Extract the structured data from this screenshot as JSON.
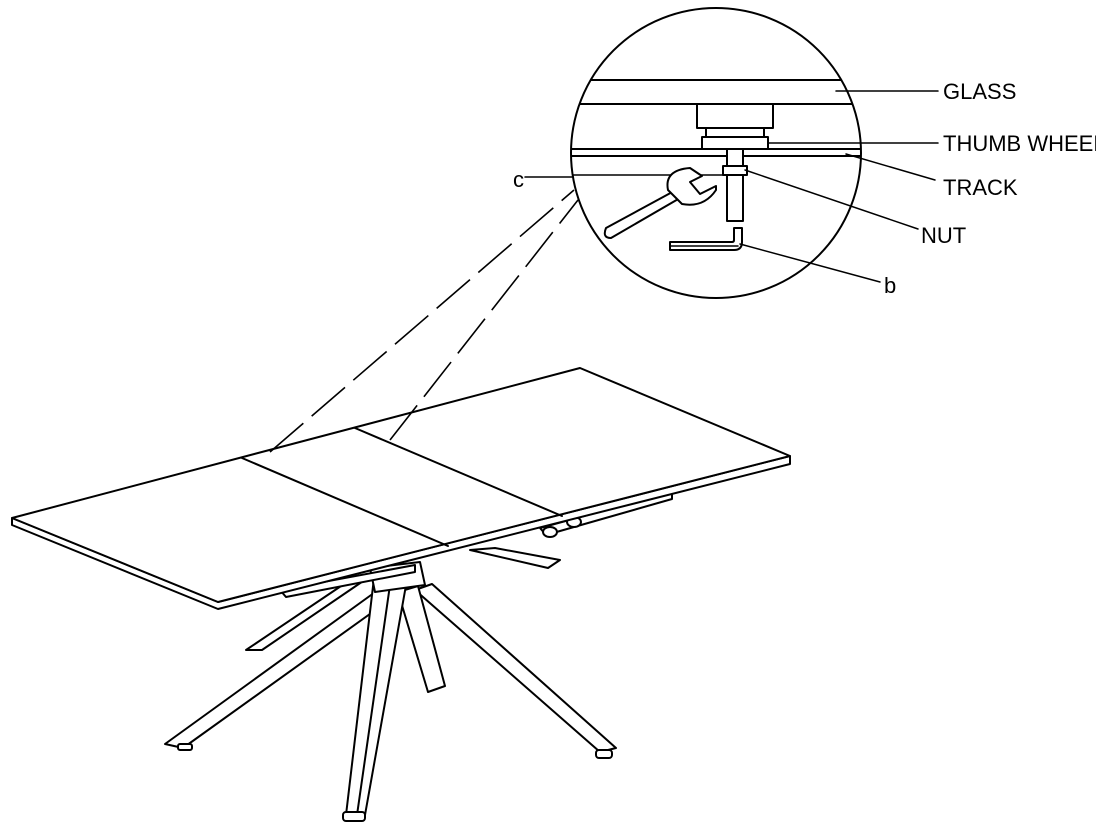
{
  "labels": {
    "glass": "GLASS",
    "thumb_wheel": "THUMB WHEEL",
    "track": "TRACK",
    "nut": "NUT",
    "callout_b": "b",
    "callout_c": "c"
  }
}
